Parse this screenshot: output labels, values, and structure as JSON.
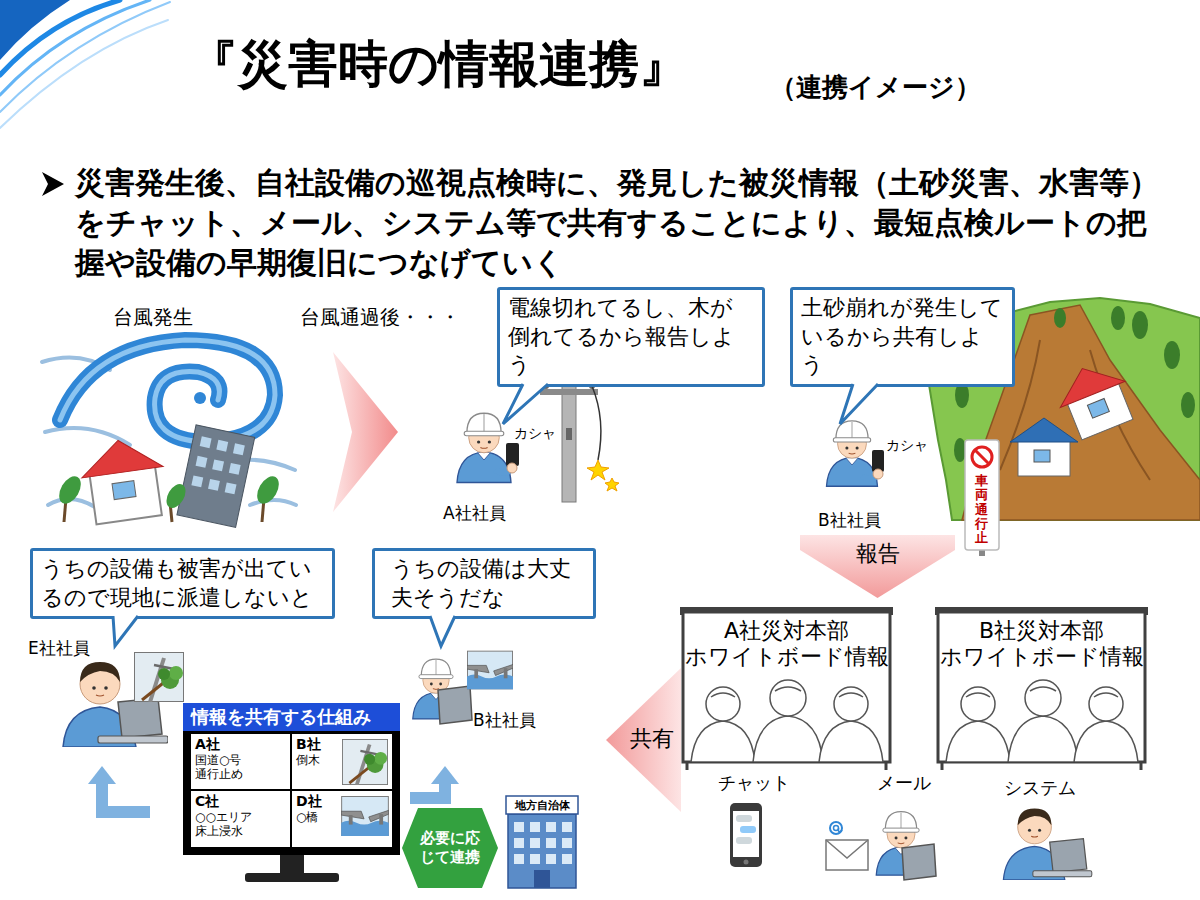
{
  "diagram": {
    "title": "『災害時の情報連携』",
    "nodes": [
      {
        "text": [
          "電線切れてるし、木が倒れてるから報告しよう"
        ]
      },
      {
        "text": [
          "土砂崩れが発生しているから共有しよう"
        ]
      },
      {
        "text": [
          "報告"
        ]
      },
      {
        "text": [
          "うちの設備も被害が出ているので現地に派遣しないと"
        ]
      },
      {
        "text": [
          "うちの設備は大丈夫そうだな"
        ]
      },
      {
        "text": [
          "A社災対本部 ホワイトボード情報"
        ]
      },
      {
        "text": [
          "B社災対本部 ホワイトボード情報"
        ]
      },
      {
        "text": [
          "共有"
        ]
      },
      {
        "text": [
          "情報を共有する仕組み"
        ]
      },
      {
        "text": [
          "A社",
          "国道○号 通行止め"
        ],
        "in": 8
      },
      {
        "text": [
          "B社",
          "倒木"
        ],
        "in": 8
      },
      {
        "text": [
          "C社",
          "○○エリア 床上浸水"
        ],
        "in": 8
      },
      {
        "text": [
          "D社",
          "○橋"
        ],
        "in": 8
      },
      {
        "text": [
          "必要に応じて連携"
        ]
      }
    ],
    "labels": [
      "（連携イメージ）",
      "災害発生後、自社設備の巡視点検時に、発見した被災情報（土砂災害、水害等）をチャット、メール、システム等で共有することにより、最短点検ルートの把握や設備の早期復旧につなげていく",
      "台風発生",
      "台風通過後・・・",
      "カシャ",
      "A社社員",
      "カシャ",
      "車両通行止",
      "B社社員",
      "E社社員",
      "B社社員",
      "地方自治体",
      "チャット",
      "メール",
      "システム"
    ]
  }
}
